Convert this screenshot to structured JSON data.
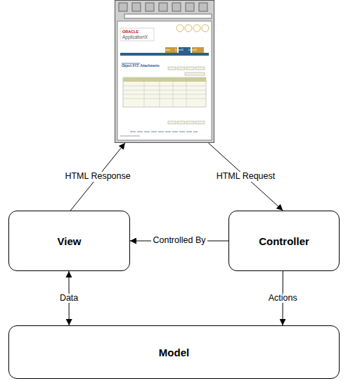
{
  "diagram": {
    "nodes": [
      {
        "text": [
          "ORACLE",
          "ApplicationX",
          "Object XYZ: Attachments"
        ]
      },
      {
        "text": [
          "View"
        ]
      },
      {
        "text": [
          "Controller"
        ]
      },
      {
        "text": [
          "Model"
        ]
      }
    ],
    "edges": [
      {
        "from": 1,
        "to": 0,
        "label": "HTML Response",
        "arrow": "to"
      },
      {
        "from": 0,
        "to": 2,
        "label": "HTML Request",
        "arrow": "to"
      },
      {
        "from": 2,
        "to": 1,
        "label": "Controlled By",
        "arrow": "to"
      },
      {
        "from": 1,
        "to": 3,
        "label": "Data",
        "arrow": "both"
      },
      {
        "from": 2,
        "to": 3,
        "label": "Actions",
        "arrow": "to"
      }
    ],
    "labels": [
      "Home",
      "Level1",
      "Level2"
    ]
  }
}
